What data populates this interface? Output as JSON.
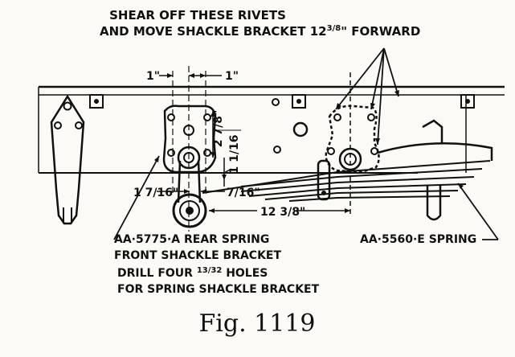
{
  "callouts": {
    "top_line1": "SHEAR OFF THESE RIVETS",
    "top_line2": "AND MOVE SHACKLE BRACKET 12",
    "top_line2_frac": "3/8",
    "top_line2_end": "\" FORWARD",
    "bracket_part": "AA·5775·A REAR SPRING",
    "bracket_name": "FRONT SHACKLE BRACKET",
    "drill_line1": "DRILL FOUR",
    "drill_frac": "13/32",
    "drill_line1_end": "HOLES",
    "drill_line2": "FOR SPRING SHACKLE BRACKET",
    "spring_part": "AA·5560·E SPRING"
  },
  "dimensions": {
    "left_inch": "1\"",
    "right_inch": "1\"",
    "vert_2_7_8": "2 7/8\"",
    "vert_1_1_16": "1 1/16",
    "horiz_1_7_16_a": "1 7/16\"",
    "horiz_1_7_16_b": "7/16\"",
    "horiz_12_3_8": "12 3/8\""
  },
  "caption": "Fig. 1119"
}
